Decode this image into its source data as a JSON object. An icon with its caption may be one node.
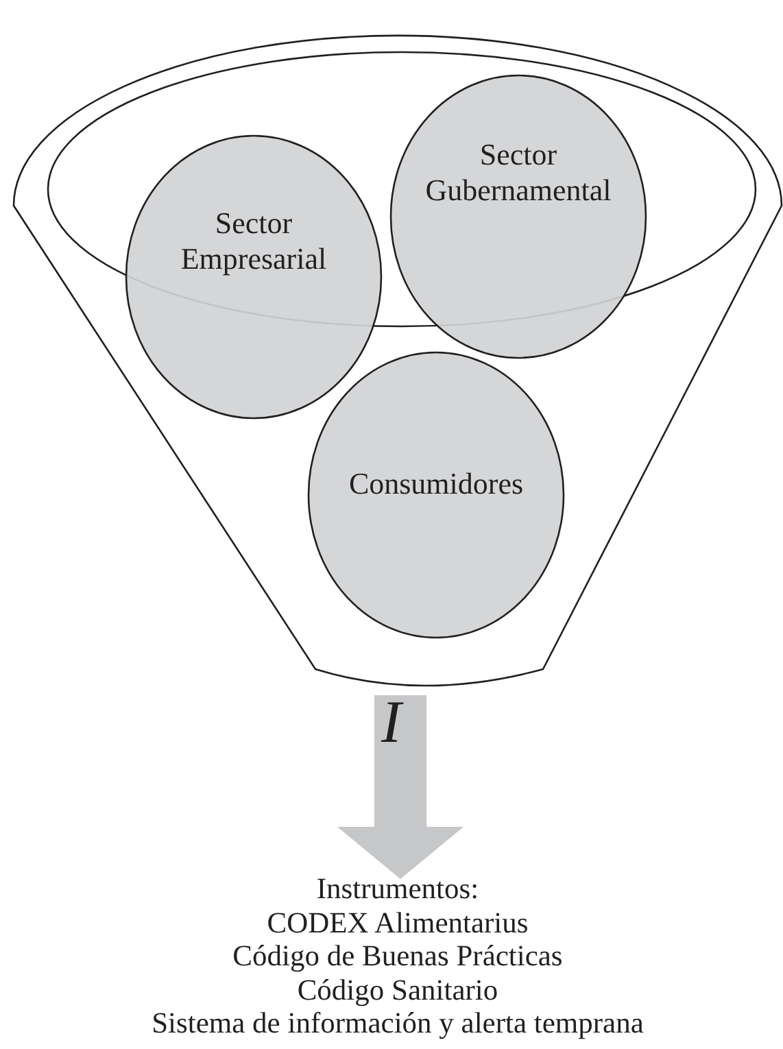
{
  "diagram": {
    "nodes": [
      {
        "text": [],
        "shape": "funnel"
      },
      {
        "text": [
          "Sector Empresarial"
        ],
        "in": 0
      },
      {
        "text": [
          "Sector Gubernamental"
        ],
        "in": 0
      },
      {
        "text": [
          "Consumidores"
        ],
        "in": 0
      },
      {
        "text": [
          "Instrumentos:",
          "CODEX Alimentarius",
          "Código de Buenas Prácticas",
          "Código Sanitario",
          "Sistema de información y alerta temprana"
        ]
      }
    ],
    "edges": [
      {
        "from": 0,
        "to": 4,
        "arrow": "to",
        "label": "I",
        "color": "#c6c7c9"
      }
    ]
  }
}
